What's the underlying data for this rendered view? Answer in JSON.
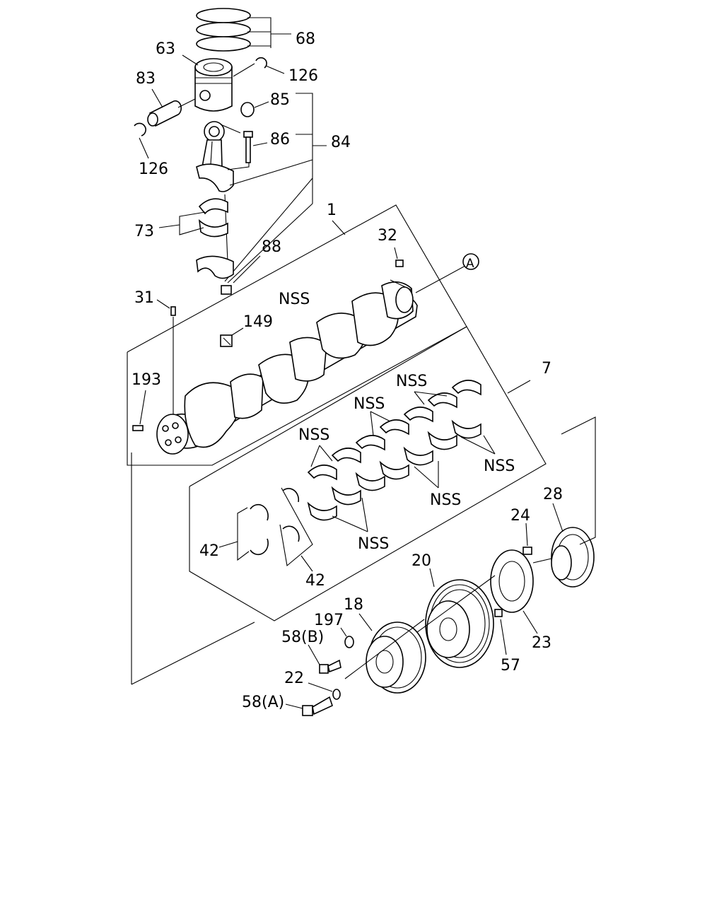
{
  "diagram": {
    "labels": {
      "p68": "68",
      "p63": "63",
      "p126a": "126",
      "p83": "83",
      "p85": "85",
      "p86": "86",
      "p84": "84",
      "p126b": "126",
      "p1": "1",
      "p73": "73",
      "p32": "32",
      "p88": "88",
      "pA": "A",
      "p31": "31",
      "nss1": "NSS",
      "p149": "149",
      "p193": "193",
      "p7": "7",
      "nss2": "NSS",
      "nss3": "NSS",
      "nss4": "NSS",
      "nss5": "NSS",
      "nss6": "NSS",
      "nss7": "NSS",
      "p28": "28",
      "p24": "24",
      "p42a": "42",
      "p42b": "42",
      "p20": "20",
      "p18": "18",
      "p197": "197",
      "p58b": "58(B)",
      "p23": "23",
      "p57": "57",
      "p22": "22",
      "p58a": "58(A)"
    }
  }
}
